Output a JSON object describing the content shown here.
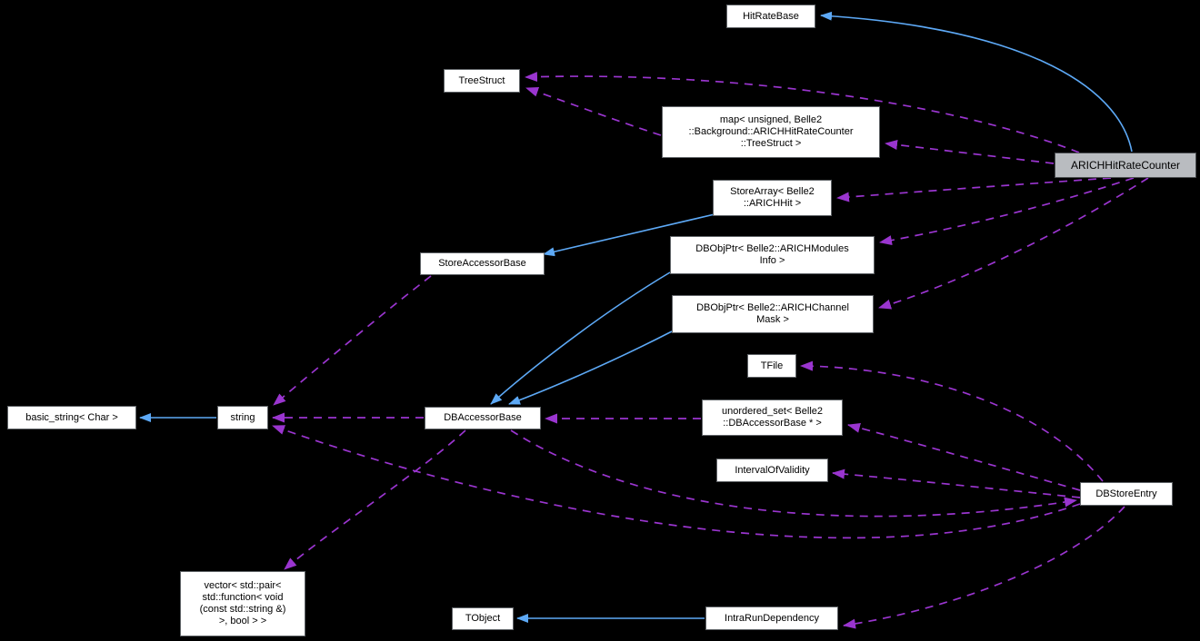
{
  "diagram": {
    "type": "collaboration-graph",
    "highlighted_node": "ARICHHitRateCounter",
    "colors": {
      "background": "#000000",
      "node_fill": "#ffffff",
      "node_border": "#606468",
      "highlight_node_fill": "#b9bcc0",
      "text": "#000000",
      "inheritance_arrow": "#5da9f6",
      "usage_arrow": "#9a35cf"
    }
  },
  "nodes": {
    "hitratebase": {
      "label": "HitRateBase"
    },
    "treestruct": {
      "label": "TreeStruct"
    },
    "map_treestruct": {
      "label": "map< unsigned, Belle2\n::Background::ARICHHitRateCounter\n::TreeStruct >"
    },
    "storearray_arichhit": {
      "label": "StoreArray< Belle2\n::ARICHHit >"
    },
    "dbobjptr_modulesinfo": {
      "label": "DBObjPtr< Belle2::ARICHModules\nInfo >"
    },
    "dbobjptr_channelmask": {
      "label": "DBObjPtr< Belle2::ARICHChannel\nMask >"
    },
    "storeaccessorbase": {
      "label": "StoreAccessorBase"
    },
    "tfile": {
      "label": "TFile"
    },
    "basic_string": {
      "label": "basic_string< Char >"
    },
    "string": {
      "label": "string"
    },
    "dbaccessorbase": {
      "label": "DBAccessorBase"
    },
    "unordered_set": {
      "label": "unordered_set< Belle2\n::DBAccessorBase * >"
    },
    "intervalofvalidity": {
      "label": "IntervalOfValidity"
    },
    "dbstoreentry": {
      "label": "DBStoreEntry"
    },
    "vector_callbacks": {
      "label": "vector< std::pair<\nstd::function< void\n(const std::string &)\n>, bool > >"
    },
    "tobject": {
      "label": "TObject"
    },
    "intrarundependency": {
      "label": "IntraRunDependency"
    },
    "arichhitratecounter": {
      "label": "ARICHHitRateCounter"
    }
  },
  "edges": [
    {
      "from": "ARICHHitRateCounter",
      "to": "HitRateBase",
      "type": "inheritance"
    },
    {
      "from": "StoreArray< Belle2::ARICHHit >",
      "to": "StoreAccessorBase",
      "type": "inheritance"
    },
    {
      "from": "DBObjPtr< Belle2::ARICHModulesInfo >",
      "to": "DBAccessorBase",
      "type": "inheritance"
    },
    {
      "from": "DBObjPtr< Belle2::ARICHChannelMask >",
      "to": "DBAccessorBase",
      "type": "inheritance"
    },
    {
      "from": "string",
      "to": "basic_string< Char >",
      "type": "inheritance"
    },
    {
      "from": "IntraRunDependency",
      "to": "TObject",
      "type": "inheritance"
    },
    {
      "from": "ARICHHitRateCounter",
      "to": "TreeStruct",
      "type": "usage"
    },
    {
      "from": "map< unsigned, Belle2::Background::ARICHHitRateCounter::TreeStruct >",
      "to": "TreeStruct",
      "type": "usage"
    },
    {
      "from": "ARICHHitRateCounter",
      "to": "map< unsigned, Belle2::Background::ARICHHitRateCounter::TreeStruct >",
      "type": "usage"
    },
    {
      "from": "ARICHHitRateCounter",
      "to": "StoreArray< Belle2::ARICHHit >",
      "type": "usage"
    },
    {
      "from": "ARICHHitRateCounter",
      "to": "DBObjPtr< Belle2::ARICHModulesInfo >",
      "type": "usage"
    },
    {
      "from": "ARICHHitRateCounter",
      "to": "DBObjPtr< Belle2::ARICHChannelMask >",
      "type": "usage"
    },
    {
      "from": "StoreAccessorBase",
      "to": "string",
      "type": "usage"
    },
    {
      "from": "DBAccessorBase",
      "to": "string",
      "type": "usage"
    },
    {
      "from": "DBStoreEntry",
      "to": "string",
      "type": "usage"
    },
    {
      "from": "unordered_set< Belle2::DBAccessorBase * >",
      "to": "DBAccessorBase",
      "type": "usage"
    },
    {
      "from": "DBAccessorBase",
      "to": "vector< std::pair< std::function< void (const std::string &) >, bool > >",
      "type": "usage"
    },
    {
      "from": "DBAccessorBase",
      "to": "DBStoreEntry",
      "type": "usage"
    },
    {
      "from": "DBStoreEntry",
      "to": "TFile",
      "type": "usage"
    },
    {
      "from": "DBStoreEntry",
      "to": "unordered_set< Belle2::DBAccessorBase * >",
      "type": "usage"
    },
    {
      "from": "DBStoreEntry",
      "to": "IntervalOfValidity",
      "type": "usage"
    },
    {
      "from": "DBStoreEntry",
      "to": "IntraRunDependency",
      "type": "usage"
    }
  ]
}
